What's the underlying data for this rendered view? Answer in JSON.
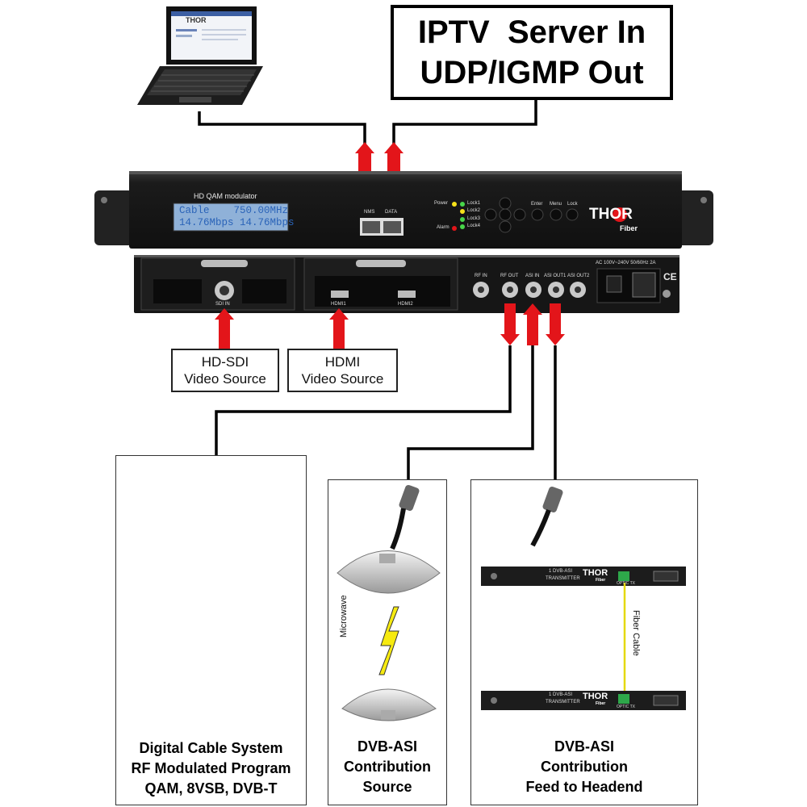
{
  "iptv_box": {
    "line1": "IPTV  Server In",
    "line2": "UDP/IGMP Out"
  },
  "front_panel": {
    "model_label": "HD QAM modulator",
    "lcd_line1": "Cable    750.00MHz",
    "lcd_line2": "14.76Mbps 14.76Mbps",
    "ports": [
      "NMS",
      "DATA"
    ],
    "leds": [
      "Power",
      "Alarm",
      "Lock1",
      "Lock2",
      "Lock3",
      "Lock4"
    ],
    "buttons": [
      "Enter",
      "Menu",
      "Lock"
    ],
    "brand": "THOR",
    "brand_sub": "Fiber"
  },
  "rear_panel": {
    "sdi_label": "SDI IN",
    "hdmi1_label": "HDMI1",
    "hdmi2_label": "HDMI2",
    "connector_labels": [
      "RF IN",
      "RF OUT",
      "ASI IN",
      "ASI OUT1",
      "ASI OUT2"
    ],
    "power_label": "AC 100V~240V 50/60Hz 2A",
    "ce_mark": "CE"
  },
  "sources": {
    "hdsdi": {
      "line1": "HD-SDI",
      "line2": "Video Source"
    },
    "hdmi": {
      "line1": "HDMI",
      "line2": "Video Source"
    }
  },
  "panels": {
    "cable": {
      "line1": "Digital Cable System",
      "line2": "RF Modulated Program",
      "line3": "QAM, 8VSB, DVB-T"
    },
    "asi_source": {
      "line1": "DVB-ASI",
      "line2": "Contribution",
      "line3": "Source"
    },
    "asi_feed": {
      "line1": "DVB-ASI",
      "line2": "Contribution",
      "line3": "Feed to Headend"
    }
  },
  "microwave_label": "Microwave",
  "fiber_label": "Fiber Cable",
  "transmitter": {
    "title_line1": "1 DVB-ASI",
    "title_line2": "TRANSMITTER",
    "brand": "THOR",
    "brand_sub": "Fiber",
    "port_label": "OPTIC TX"
  },
  "laptop_screen_brand": "THOR",
  "colors": {
    "arrow": "#e3151a",
    "device": "#1c1c1c",
    "lcd": "#8fb1d8",
    "cable": "#000000",
    "fiber": "#e5d90a"
  }
}
